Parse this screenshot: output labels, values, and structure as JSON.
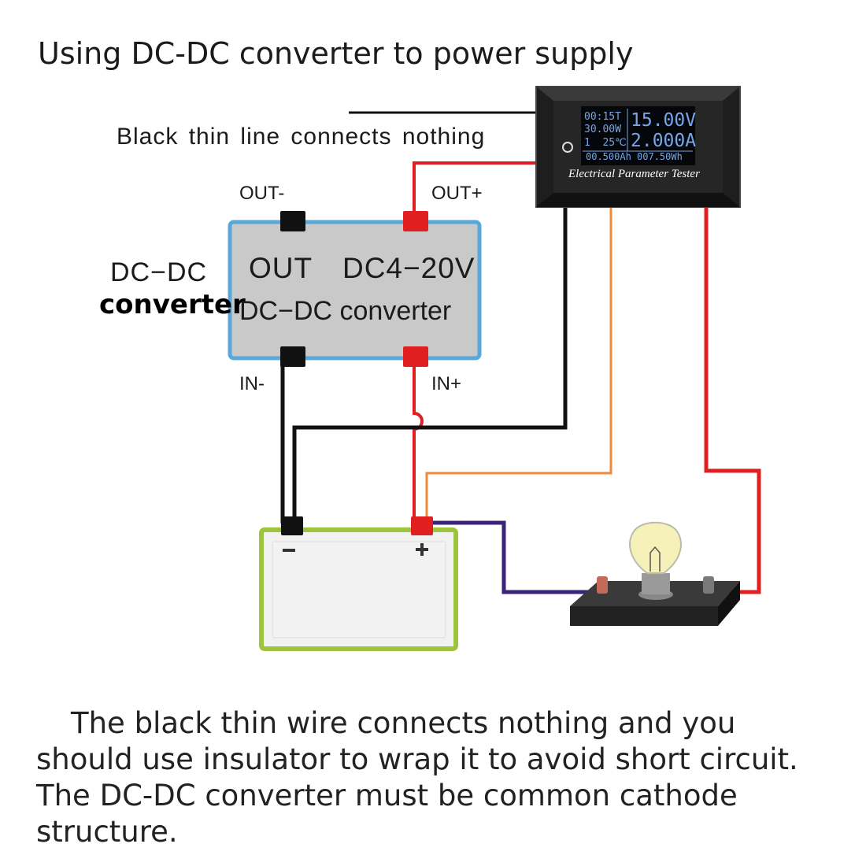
{
  "title": "Using DC-DC converter to power supply",
  "note": "Black thin line connects nothing",
  "converter": {
    "side_label_line1": "DC−DC",
    "side_label_line2": "converter",
    "out_label": "OUT  DC4−20V",
    "name_label": "DC−DC converter",
    "terminals": {
      "out_minus": "OUT-",
      "out_plus": "OUT+",
      "in_minus": "IN-",
      "in_plus": "IN+"
    }
  },
  "meter": {
    "display": {
      "small_1": "00:15T",
      "small_2": "30.00W",
      "small_3": "1  25℃",
      "big_1": "15.00V",
      "big_2": "2.000A",
      "bottom": "00.500Ah 007.50Wh"
    },
    "label": "Electrical Parameter Tester"
  },
  "battery": {
    "minus_symbol": "−",
    "plus_symbol": "+"
  },
  "bottom_text": [
    "The black thin wire connects nothing and you",
    "should use insulator to wrap it to avoid short circuit.",
    "The DC-DC converter must be common cathode",
    "structure."
  ],
  "colors": {
    "wire_black": "#111111",
    "wire_red": "#e02020",
    "wire_orange": "#f08a3a",
    "wire_purple": "#3a2378",
    "converter_fill": "#c9c9c9",
    "converter_border": "#5aa8d8",
    "battery_border": "#9dc43c",
    "battery_fill": "#f2f2f2",
    "meter_body": "#2a2a2a",
    "lcd_text": "#78a6e6"
  },
  "icons": [
    "lightbulb-icon",
    "lamp-base-icon",
    "terminal-icon"
  ]
}
